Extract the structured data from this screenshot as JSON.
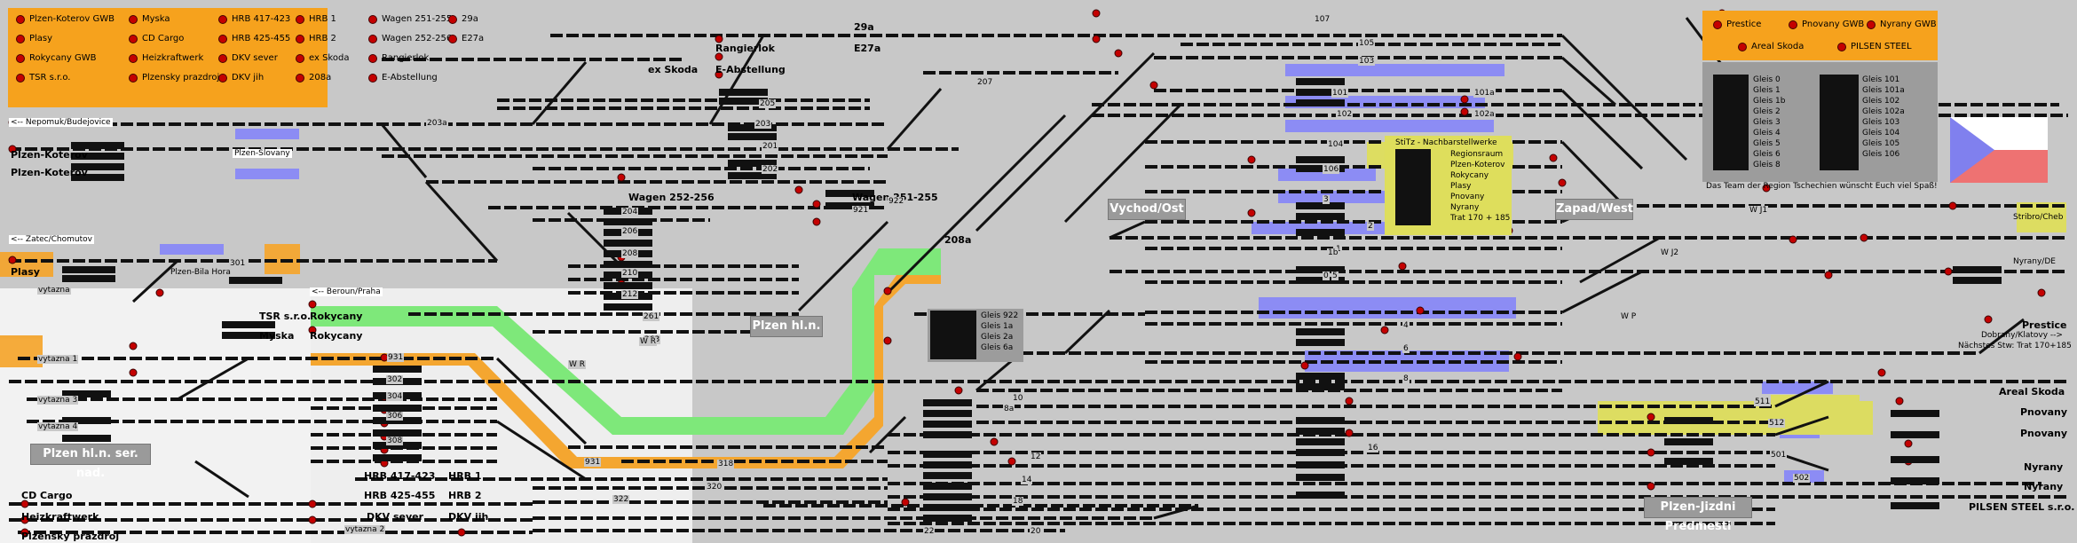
{
  "top_left_buttons": [
    {
      "label": "Plzen-Koterov GWB"
    },
    {
      "label": "Myska"
    },
    {
      "label": "HRB 417-423"
    },
    {
      "label": "HRB 1"
    },
    {
      "label": "Wagen 251-255"
    },
    {
      "label": "29a"
    },
    {
      "label": "Plasy"
    },
    {
      "label": "CD Cargo"
    },
    {
      "label": "HRB 425-455"
    },
    {
      "label": "HRB 2"
    },
    {
      "label": "Wagen 252-256"
    },
    {
      "label": "E27a"
    },
    {
      "label": "Rokycany GWB"
    },
    {
      "label": "Heizkraftwerk"
    },
    {
      "label": "DKV sever"
    },
    {
      "label": "ex Skoda"
    },
    {
      "label": "Rangierlok"
    },
    {
      "label": "TSR s.r.o."
    },
    {
      "label": "Plzensky prazdroj"
    },
    {
      "label": "DKV jih"
    },
    {
      "label": "208a"
    },
    {
      "label": "E-Abstellung"
    }
  ],
  "top_right_buttons": [
    {
      "label": "Prestice"
    },
    {
      "label": "Pnovany GWB"
    },
    {
      "label": "Nyrany GWB"
    },
    {
      "label": "Areal Skoda"
    },
    {
      "label": "PILSEN STEEL"
    }
  ],
  "track_list_left": [
    "Gleis 0",
    "Gleis 1",
    "Gleis 1b",
    "Gleis 2",
    "Gleis 3",
    "Gleis 4",
    "Gleis 5",
    "Gleis 6",
    "Gleis 8"
  ],
  "track_list_right": [
    "Gleis 101",
    "Gleis 101a",
    "Gleis 102",
    "Gleis 102a",
    "Gleis 103",
    "Gleis 104",
    "Gleis 105",
    "Gleis 106"
  ],
  "greeting": "Das Team der Region Tschechien wünscht Euch viel Spaß!",
  "stitz_panel": {
    "title": "StiTz - Nachbarstellwerke",
    "items": [
      "Regionsraum",
      "Plzen-Koterov",
      "Rokycany",
      "Plasy",
      "Pnovany",
      "Nyrany",
      "Trat 170 + 185"
    ]
  },
  "gleis_panel": [
    "Gleis 922",
    "Gleis 1a",
    "Gleis 2a",
    "Gleis 6a"
  ],
  "section_boxes": {
    "vychod": "Vychod/Ost",
    "zapad": "Zapad/West",
    "plzen_hln": "Plzen hl.n.",
    "ser_nad": "Plzen hl.n. ser. nad.",
    "jizdni": "Plzen-Jizdni Predmesti"
  },
  "direction_labels": {
    "nepomuk": "<-- Nepomuk/Budejovice",
    "zatec": "<-- Zatec/Chomutov",
    "beroun": "<-- Beroun/Praha",
    "dobrany": "Dobrany/Klatovy -->",
    "naechstes": "Nächstes Stw: Trat 170+185",
    "plzen_slovany": "Plzen-Slovany",
    "plzen_bila_hora": "Plzen-Bila Hora"
  },
  "station_labels": {
    "plzen_koterov_1": "Plzen-Koterov",
    "plzen_koterov_2": "Plzen-Koterov",
    "plasy": "Plasy",
    "tsr": "TSR s.r.o.",
    "myska": "Myska",
    "rokycany_1": "Rokycany",
    "rokycany_2": "Rokycany",
    "ex_skoda": "ex Skoda",
    "rangierlok": "Rangierlok",
    "e_abstellung": "E-Abstellung",
    "l29a": "29a",
    "e27a": "E27a",
    "wagen_252_256": "Wagen 252-256",
    "wagen_251_255": "Wagen 251-255",
    "l208a": "208a",
    "hrb_417_423": "HRB 417-423",
    "hrb_425_455": "HRB 425-455",
    "hrb_1": "HRB 1",
    "hrb_2": "HRB 2",
    "cd_cargo": "CD Cargo",
    "heizkraftwerk": "Heizkraftwerk",
    "plzensky_prazdroj": "Plzensky prazdroj",
    "dkv_sever": "DKV sever",
    "dkv_jih": "DKV jih",
    "prestice": "Prestice",
    "areal_skoda": "Areal Skoda",
    "pnovany_1": "Pnovany",
    "pnovany_2": "Pnovany",
    "nyrany_1": "Nyrany",
    "nyrany_2": "Nyrany",
    "pilsen_steel": "PILSEN STEEL s.r.o.",
    "stribro": "Stribro/Cheb",
    "nyrany_de": "Nyrany/DE"
  },
  "track_labels": {
    "t107": "107",
    "t105": "105",
    "t103": "103",
    "t101": "101",
    "t101a": "101a",
    "t102": "102",
    "t102a": "102a",
    "t104": "104",
    "t106": "106",
    "t205": "205",
    "t203": "203",
    "t201": "201",
    "t202": "202",
    "t204": "204",
    "t206": "206",
    "t208": "208",
    "t210": "210",
    "t212": "212",
    "t261": "261",
    "t263": "263",
    "t203a": "203a",
    "t207": "207",
    "t922": "922",
    "t921": "921",
    "t931": "931",
    "t301": "301",
    "t302": "302",
    "t304": "304",
    "t306": "306",
    "t308": "308",
    "t318": "318",
    "t320": "320",
    "t322": "322",
    "tWR": "W R",
    "tWR2": "W R",
    "tWJ1": "W J1",
    "tWJ2": "W J2",
    "tWP": "W P",
    "t4": "4",
    "t6": "6",
    "t8": "8",
    "t10": "10",
    "t12": "12",
    "t14": "14",
    "t16": "16",
    "t18": "18",
    "t20": "20",
    "t22": "22",
    "t511": "511",
    "t512": "512",
    "t501": "501",
    "t502": "502",
    "t1": "1",
    "t0": "0",
    "t1b": "1b",
    "t2": "2",
    "t3": "3",
    "t5": "5",
    "t8a": "8a",
    "t931b": "931",
    "vytazna": "vytazna",
    "vytazna1": "vytazna 1",
    "vytazna2": "vytazna 2",
    "vytazna3": "vytazna 3",
    "vytazna4": "vytazna 4"
  },
  "colors": {
    "background": "#c8c8c8",
    "panel": "#f6a21d",
    "green_route": "#7ee87a",
    "orange_route": "#f4a630",
    "yellow": "#dede5c",
    "blue_platform": "#8c8cf4",
    "signal": "#c40000",
    "track": "#111111"
  },
  "flag_colors": {
    "white": "#ffffff",
    "red": "#ee7272",
    "blue": "#8080ee"
  }
}
